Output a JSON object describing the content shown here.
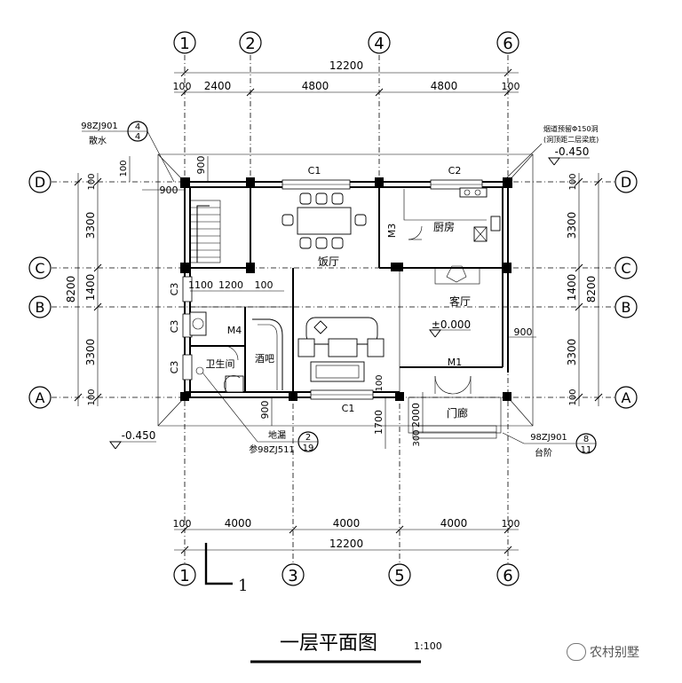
{
  "drawing": {
    "title": "一层平面图",
    "scale": "1:100",
    "watermark": "农村别墅",
    "section_mark": "1"
  },
  "axes": {
    "top": [
      "1",
      "2",
      "4",
      "6"
    ],
    "bottom": [
      "1",
      "3",
      "5",
      "6"
    ],
    "left": [
      "D",
      "C",
      "B",
      "A"
    ],
    "right": [
      "D",
      "C",
      "B",
      "A"
    ]
  },
  "dimensions": {
    "top_total": "12200",
    "top": [
      "100",
      "2400",
      "4800",
      "4800",
      "100"
    ],
    "bottom_total": "12200",
    "bottom": [
      "100",
      "4000",
      "4000",
      "4000",
      "100"
    ],
    "left_total": "8200",
    "left": [
      "100",
      "3300",
      "1400",
      "3300",
      "100"
    ],
    "right_total": "8200",
    "right": [
      "100",
      "3300",
      "1400",
      "3300",
      "100"
    ],
    "inner": {
      "d900_top": "900",
      "d900_left": "900",
      "d100_left": "100",
      "d1100": "1100",
      "d1200": "1200",
      "d100_mid": "100",
      "d900_right": "900",
      "d900_bottom": "900",
      "d100_bath": "100",
      "d2000": "2000",
      "d1700": "1700",
      "d300": "300"
    }
  },
  "rooms": {
    "dining": "饭厅",
    "kitchen": "厨房",
    "living": "客厅",
    "bath": "卫生间",
    "bar": "酒吧",
    "porch": "门廊"
  },
  "openings": {
    "c1_top": "C1",
    "c2": "C2",
    "c1_bottom": "C1",
    "m3": "M3",
    "m4": "M4",
    "m1": "M1",
    "c3_a": "C3",
    "c3_b": "C3",
    "c3_c": "C3"
  },
  "levels": {
    "floor": "±0.000",
    "outside_right": "-0.450",
    "outside_left": "-0.450"
  },
  "notes": {
    "ref_scatter_std": "98ZJ901",
    "ref_scatter_label": "散水",
    "ref_scatter_num": "4",
    "ref_scatter_sheet": "4",
    "ref_chimney_line1": "烟道预留Φ150洞",
    "ref_chimney_line2": "(洞顶距二层梁底)",
    "ref_floordrain_label": "地漏",
    "ref_floordrain_std": "参98ZJ511",
    "ref_floordrain_num": "2",
    "ref_floordrain_sheet": "19",
    "ref_steps_std": "98ZJ901",
    "ref_steps_label": "台阶",
    "ref_steps_num": "8",
    "ref_steps_sheet": "11"
  }
}
